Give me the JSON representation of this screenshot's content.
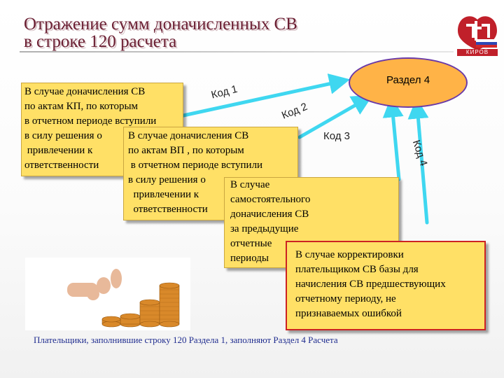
{
  "title": {
    "line1": "Отражение сумм доначисленных СВ",
    "line2": "в строке 120 расчета"
  },
  "logo": {
    "label": "КИРОВ",
    "icon": "pfr-logo-icon"
  },
  "target": {
    "label": "Раздел 4"
  },
  "codes": {
    "code1": "Код 1",
    "code2": "Код 2",
    "code3": "Код 3",
    "code4": "Код 4"
  },
  "boxes": {
    "box1": [
      "В случае доначисления СВ",
      "по актам КП, по которым",
      "в отчетном периоде вступили",
      "в силу решения о",
      " привлечении к",
      "ответственности"
    ],
    "box2": [
      "В случае доначисления СВ",
      "по актам ВП , по которым",
      " в отчетном периоде вступили",
      "в силу решения о",
      "  привлечении к",
      "  ответственности"
    ],
    "box3": [
      "В случае",
      "самостоятельного",
      "доначисления СВ",
      "за предыдущие",
      "отчетные",
      "периоды"
    ],
    "box4": [
      "В случае корректировки",
      "плательщиком СВ базы для",
      "начисления СВ предшествующих",
      "отчетному периоду, не",
      "признаваемых ошибкой"
    ]
  },
  "footnote": "Плательщики, заполнившие строку 120 Раздела 1, заполняют Раздел 4 Расчета",
  "colors": {
    "box_fill": "#ffe066",
    "box4_border": "#cc2222",
    "ellipse_fill": "#ffb347",
    "ellipse_border": "#6a3aa8",
    "arrow": "#3fd7f0",
    "title": "#6b1f33",
    "footnote": "#1f2c8f"
  },
  "decor": {
    "coins": "coin-stacks-image"
  }
}
